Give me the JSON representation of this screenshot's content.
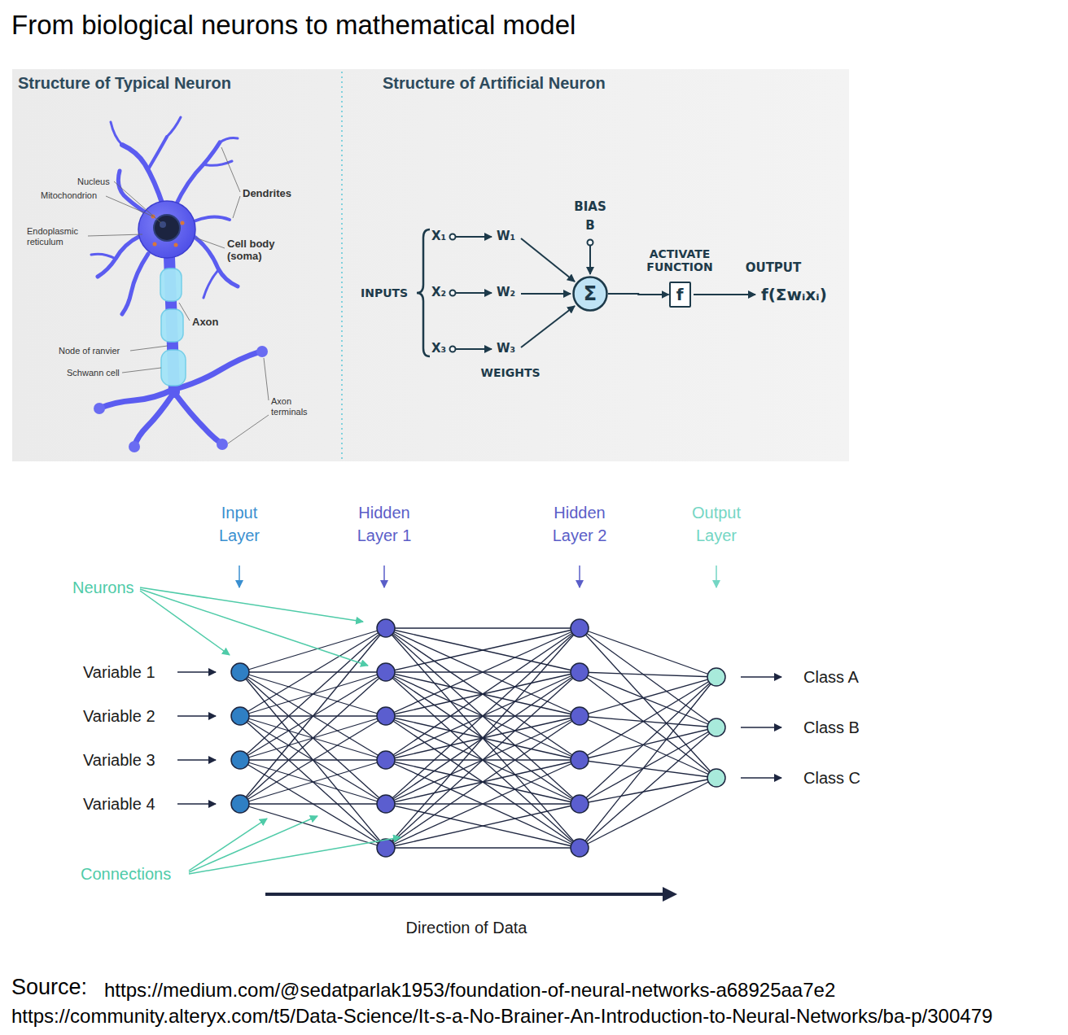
{
  "diagram": {
    "title": "From biological neurons to mathematical model",
    "nodes": [
      {
        "text": [
          "Σ"
        ]
      },
      {
        "text": [
          "f"
        ]
      }
    ],
    "edges": [
      {
        "from": 0,
        "to": 1,
        "arrow": "to"
      }
    ],
    "labels": [
      "Structure of Typical Neuron",
      "Nucleus",
      "Mitochondrion",
      "Endoplasmic reticulum",
      "Dendrites",
      "Cell body (soma)",
      "Axon",
      "Node of ranvier",
      "Schwann cell",
      "Axon terminals",
      "Structure of Artificial Neuron",
      "BIAS",
      "B",
      "INPUTS",
      "X₁",
      "W₁",
      "X₂",
      "W₂",
      "X₃",
      "W₃",
      "WEIGHTS",
      "ACTIVATE FUNCTION",
      "OUTPUT",
      "f(Σwᵢxᵢ)",
      "Input Layer",
      "Hidden Layer 1",
      "Hidden Layer 2",
      "Output Layer",
      "Neurons",
      "Variable 1",
      "Variable 2",
      "Variable 3",
      "Variable 4",
      "Class A",
      "Class B",
      "Class C",
      "Connections",
      "Direction of Data",
      "Source:",
      "https://medium.com/@sedatparlak1953/foundation-of-neural-networks-a68925aa7e2",
      "https://community.alteryx.com/t5/Data-Science/It-s-a-No-Brainer-An-Introduction-to-Neural-Networks/ba-p/300479"
    ]
  }
}
